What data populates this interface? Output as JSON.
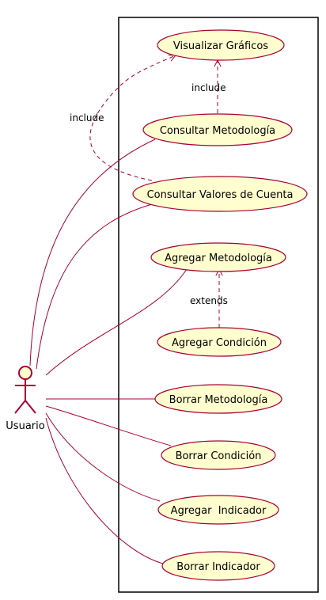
{
  "diagram": {
    "type": "use-case",
    "actor": {
      "name": "Usuario"
    },
    "colors": {
      "use_case_fill": "#FEFECE",
      "use_case_border": "#A80036",
      "association_line": "#A80036",
      "system_border": "#000000"
    },
    "use_cases": [
      {
        "id": "uc-visualizar-graficos",
        "label": "Visualizar Gráficos"
      },
      {
        "id": "uc-consultar-metodologia",
        "label": "Consultar Metodología"
      },
      {
        "id": "uc-consultar-valores",
        "label": "Consultar Valores de Cuenta"
      },
      {
        "id": "uc-agregar-metodologia",
        "label": "Agregar Metodología"
      },
      {
        "id": "uc-agregar-condicion",
        "label": "Agregar Condición"
      },
      {
        "id": "uc-borrar-metodologia",
        "label": "Borrar Metodología"
      },
      {
        "id": "uc-borrar-condicion",
        "label": "Borrar Condición"
      },
      {
        "id": "uc-agregar-indicador",
        "label": "Agregar  Indicador"
      },
      {
        "id": "uc-borrar-indicador",
        "label": "Borrar Indicador"
      }
    ],
    "relations": [
      {
        "from": "uc-consultar-metodologia",
        "to": "uc-visualizar-graficos",
        "label": "include"
      },
      {
        "from": "uc-consultar-valores",
        "to": "uc-visualizar-graficos",
        "label": "include"
      },
      {
        "from": "uc-agregar-condicion",
        "to": "uc-agregar-metodologia",
        "label": "extends"
      }
    ]
  }
}
